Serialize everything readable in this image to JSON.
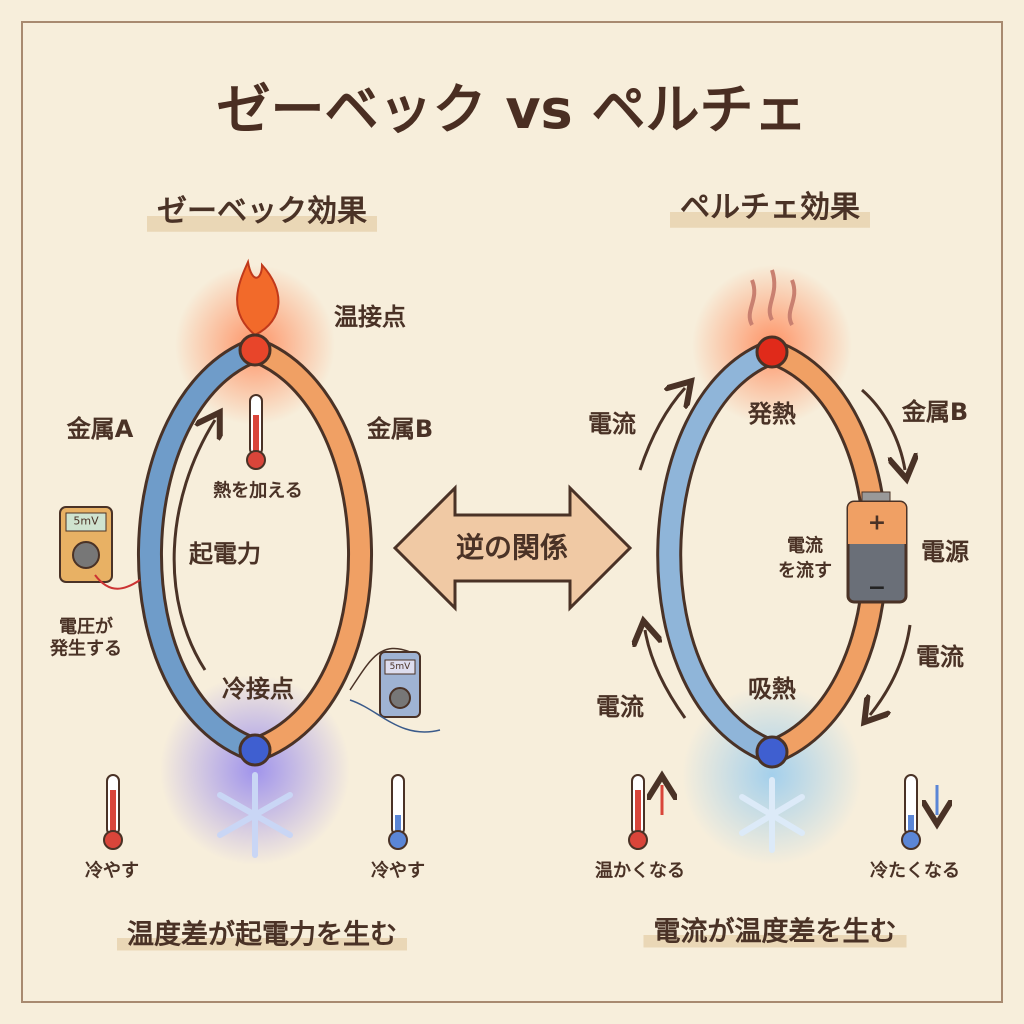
{
  "title": "ゼーベック vs ペルチェ",
  "center_arrow": "逆の関係",
  "colors": {
    "background": "#f7eedb",
    "metal_a": "#6f9cc9",
    "metal_b": "#f0a064",
    "hot": "#e8452a",
    "cold": "#3f5fd0",
    "text": "#4a3226"
  },
  "seebeck": {
    "heading": "ゼーベック効果",
    "hot_junction": "温接点",
    "metal_a": "金属A",
    "metal_b": "金属B",
    "apply_heat": "熱を加える",
    "emf": "起電力",
    "meter_reading": "5mV",
    "meter_reading_small": "5mV",
    "voltage_note": [
      "電圧が",
      "発生する"
    ],
    "cold_junction": "冷接点",
    "cool_left": "冷やす",
    "cool_right": "冷やす",
    "caption": "温度差が起電力を生む"
  },
  "peltier": {
    "heading": "ペルチェ効果",
    "current_left_top": "電流",
    "heat_release": "発熱",
    "metal_b": "金属B",
    "battery_note": [
      "電流",
      "を流す"
    ],
    "battery_plus": "+",
    "battery_minus": "−",
    "power_source": "電源",
    "current_right_bottom": "電流",
    "heat_absorb": "吸熱",
    "current_left_bottom": "電流",
    "gets_warm": "温かくなる",
    "gets_cold": "冷たくなる",
    "caption": "電流が温度差を生む"
  }
}
